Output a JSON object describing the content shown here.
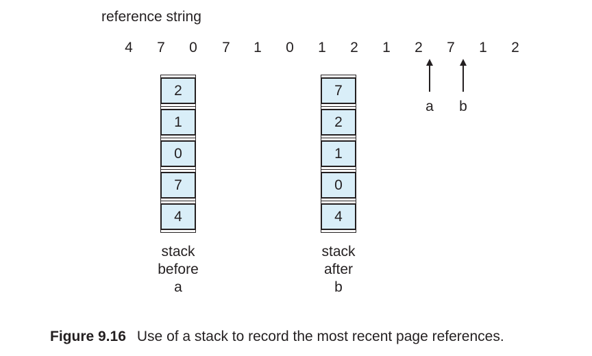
{
  "heading": "reference string",
  "reference_string": [
    "4",
    "7",
    "0",
    "7",
    "1",
    "0",
    "1",
    "2",
    "1",
    "2",
    "7",
    "1",
    "2"
  ],
  "stack_before": {
    "cells": [
      "2",
      "1",
      "0",
      "7",
      "4"
    ],
    "label": [
      "stack",
      "before",
      "a"
    ]
  },
  "stack_after": {
    "cells": [
      "7",
      "2",
      "1",
      "0",
      "4"
    ],
    "label": [
      "stack",
      "after",
      "b"
    ]
  },
  "markers": [
    {
      "label": "a",
      "points_to_index": 9
    },
    {
      "label": "b",
      "points_to_index": 10
    }
  ],
  "caption": {
    "number": "Figure 9.16",
    "text": "Use of a stack to record the most recent page references."
  }
}
